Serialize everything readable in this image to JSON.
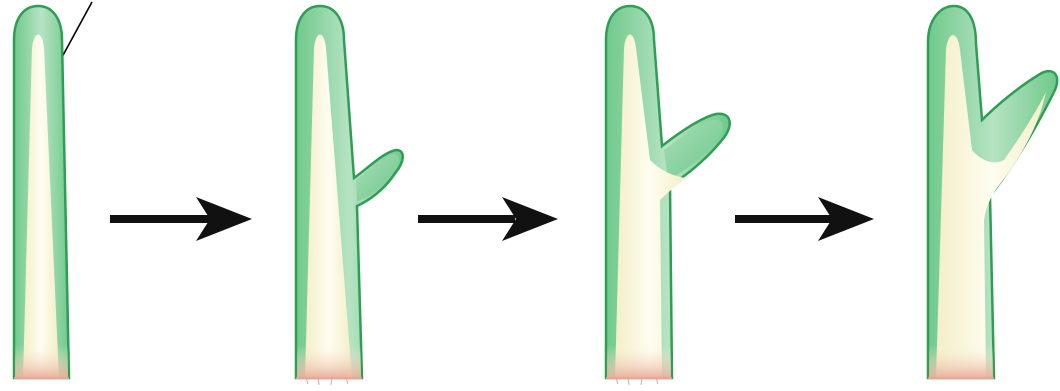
{
  "diagram": {
    "stages": [
      {
        "shape": "single-shoot"
      },
      {
        "shape": "lateral-bud"
      },
      {
        "shape": "elongating-branch"
      },
      {
        "shape": "forked-branch"
      }
    ],
    "arrows_between_stages": 3,
    "leader_line": true
  },
  "colors": {
    "background": "#ffffff",
    "outline": "#2e9e55",
    "green_fill": "#8ed3a2",
    "inner_core": "#fbf7e0",
    "base_pink": "#eab7a6",
    "arrow": "#111111",
    "leader_line": "#000000"
  }
}
